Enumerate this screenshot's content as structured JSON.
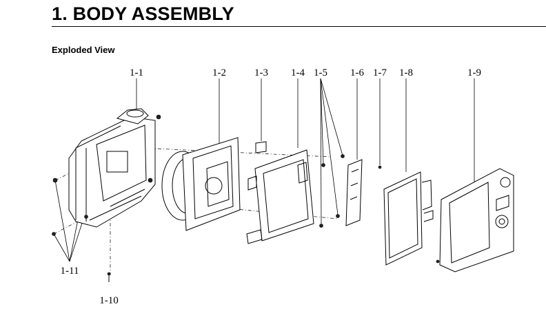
{
  "heading": {
    "title": "1.  BODY ASSEMBLY",
    "subtitle": "Exploded View"
  },
  "callouts": {
    "c1_1": "1-1",
    "c1_2": "1-2",
    "c1_3": "1-3",
    "c1_4": "1-4",
    "c1_5": "1-5",
    "c1_6": "1-6",
    "c1_7": "1-7",
    "c1_8": "1-8",
    "c1_9": "1-9",
    "c1_10": "1-10",
    "c1_11": "1-11"
  }
}
